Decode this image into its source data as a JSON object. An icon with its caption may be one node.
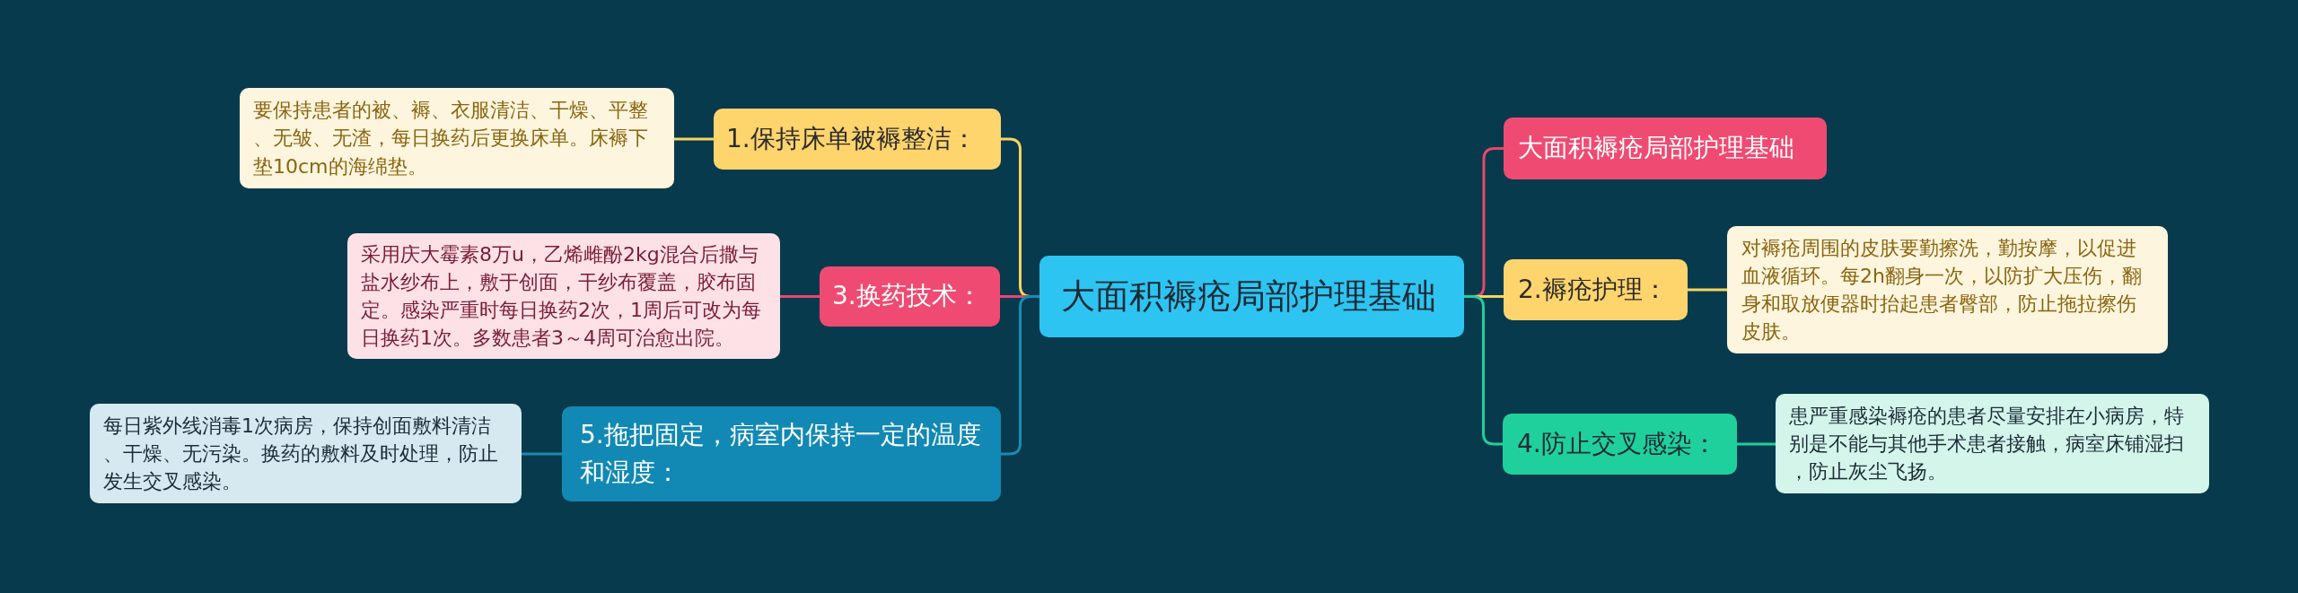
{
  "diagram": {
    "nodes": [
      {
        "text": [
          "大面积褥疮局部护理基础"
        ]
      },
      {
        "text": [
          "1.保持床单被褥整洁："
        ]
      },
      {
        "text": [
          "要保持患者的被、褥、衣服清洁、干燥、平整、无皱、无渣，每日换药后更换床单。床褥下垫10cm的海绵垫。"
        ]
      },
      {
        "text": [
          "3.换药技术："
        ]
      },
      {
        "text": [
          "采用庆大霉素8万u，乙烯雌酚2kg混合后撒与盐水纱布上，敷于创面，干纱布覆盖，胶布固定。感染严重时每日换药2次，1周后可改为每日换药1次。多数患者3～4周可治愈出院。"
        ]
      },
      {
        "text": [
          "5.拖把固定，病室内保持一定的温度和湿度："
        ]
      },
      {
        "text": [
          "每日紫外线消毒1次病房，保持创面敷料清洁、干燥、无污染。换药的敷料及时处理，防止发生交叉感染。"
        ]
      },
      {
        "text": [
          "大面积褥疮局部护理基础"
        ]
      },
      {
        "text": [
          "2.褥疮护理："
        ]
      },
      {
        "text": [
          "对褥疮周围的皮肤要勤擦洗，勤按摩，以促进血液循环。每2h翻身一次，以防扩大压伤，翻身和取放便器时抬起患者臀部，防止拖拉擦伤皮肤。"
        ]
      },
      {
        "text": [
          "4.防止交叉感染："
        ]
      },
      {
        "text": [
          "患严重感染褥疮的患者尽量安排在小病房，特别是不能与其他手术患者接触，病室床铺湿扫，防止灰尘飞扬。"
        ]
      }
    ],
    "edges": [
      {
        "from": 0,
        "to": 1,
        "arrow": "none"
      },
      {
        "from": 1,
        "to": 2,
        "arrow": "none"
      },
      {
        "from": 0,
        "to": 3,
        "arrow": "none",
        "color": "#e8466e"
      },
      {
        "from": 3,
        "to": 4,
        "arrow": "none",
        "color": "#e8466e"
      },
      {
        "from": 0,
        "to": 5,
        "arrow": "none",
        "color": "#1a8ab4"
      },
      {
        "from": 5,
        "to": 6,
        "arrow": "none",
        "color": "#1a8ab4"
      },
      {
        "from": 0,
        "to": 7,
        "arrow": "none",
        "color": "#e8466e"
      },
      {
        "from": 0,
        "to": 8,
        "arrow": "none"
      },
      {
        "from": 8,
        "to": 9,
        "arrow": "none"
      },
      {
        "from": 0,
        "to": 10,
        "arrow": "none",
        "color": "#21cf9b"
      },
      {
        "from": 10,
        "to": 11,
        "arrow": "none",
        "color": "#21cf9b"
      }
    ]
  }
}
